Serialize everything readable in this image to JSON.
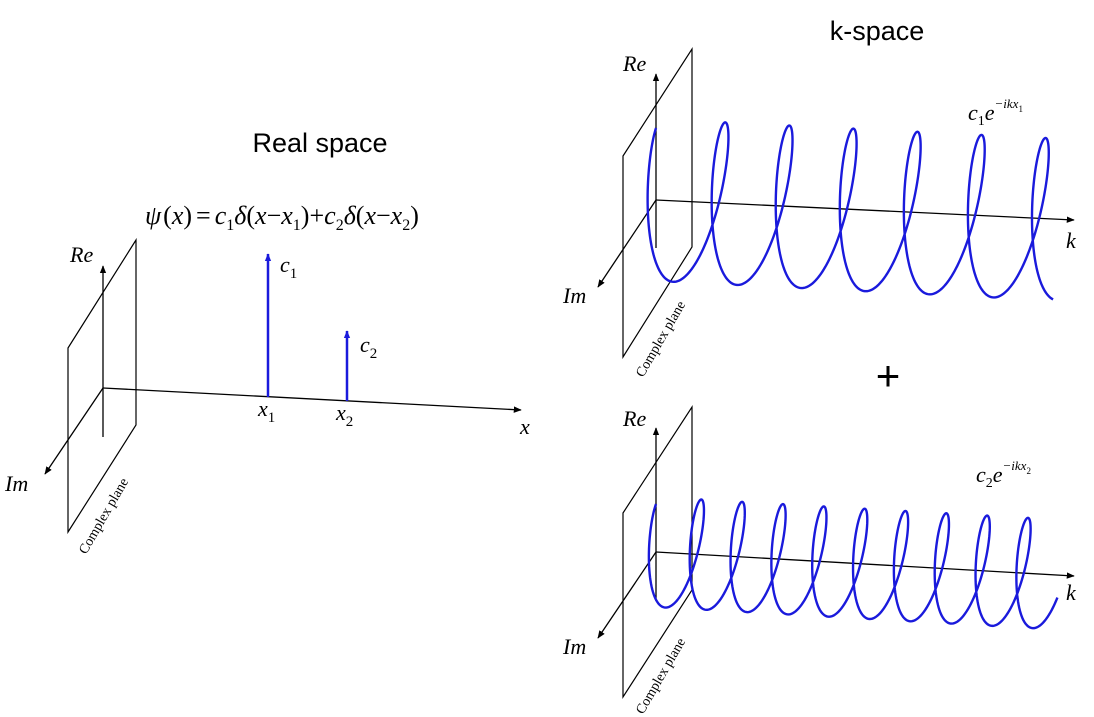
{
  "left_panel": {
    "title": "Real space",
    "equation": {
      "psi": "ψ",
      "x": "x",
      "c": "c",
      "one": "1",
      "two": "2",
      "delta": "δ",
      "minus": "−",
      "equals": "=",
      "plus": "+"
    },
    "axis_x": "x",
    "axis_re": "Re",
    "axis_im": "Im",
    "plane_label": "Complex plane",
    "spikes": [
      {
        "coef": "c",
        "sub": "1",
        "pos_label": "x",
        "pos_sub": "1",
        "amplitude": 1.0
      },
      {
        "coef": "c",
        "sub": "2",
        "pos_label": "x",
        "pos_sub": "2",
        "amplitude": 0.5
      }
    ]
  },
  "right_panel": {
    "title": "k-space",
    "plus_sign": "+",
    "helices": [
      {
        "axis_k": "k",
        "axis_re": "Re",
        "axis_im": "Im",
        "plane_label": "Complex plane",
        "coef": "c",
        "coef_sub": "1",
        "e": "e",
        "exponent": "−ikx",
        "exp_sub": "1",
        "turns": 6.4
      },
      {
        "axis_k": "k",
        "axis_re": "Re",
        "axis_im": "Im",
        "plane_label": "Complex plane",
        "coef": "c",
        "coef_sub": "2",
        "e": "e",
        "exponent": "−ikx",
        "exp_sub": "2",
        "turns": 9.6
      }
    ]
  },
  "colors": {
    "ink": "#000000",
    "accent": "#1a1adc"
  }
}
